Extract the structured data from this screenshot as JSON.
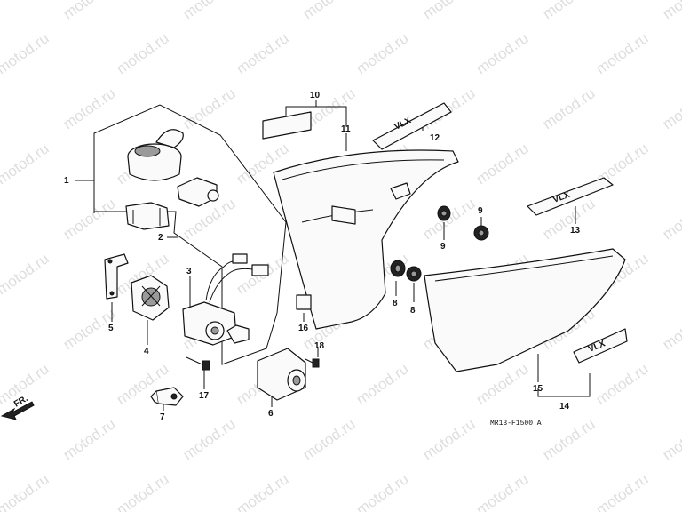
{
  "watermark": {
    "text": "motod.ru"
  },
  "diagram_code": "MR13-F1500 A",
  "direction_label": "FR.",
  "callouts": {
    "c1": "1",
    "c2": "2",
    "c3": "3",
    "c4": "4",
    "c5": "5",
    "c6": "6",
    "c7": "7",
    "c8a": "8",
    "c8b": "8",
    "c9a": "9",
    "c9b": "9",
    "c10": "10",
    "c11": "11",
    "c12": "12",
    "c13": "13",
    "c14": "14",
    "c15": "15",
    "c16": "16",
    "c17": "17",
    "c18": "18"
  },
  "emblem_text": {
    "e12": "VLX",
    "e13": "VLX",
    "e14": "VLX"
  }
}
